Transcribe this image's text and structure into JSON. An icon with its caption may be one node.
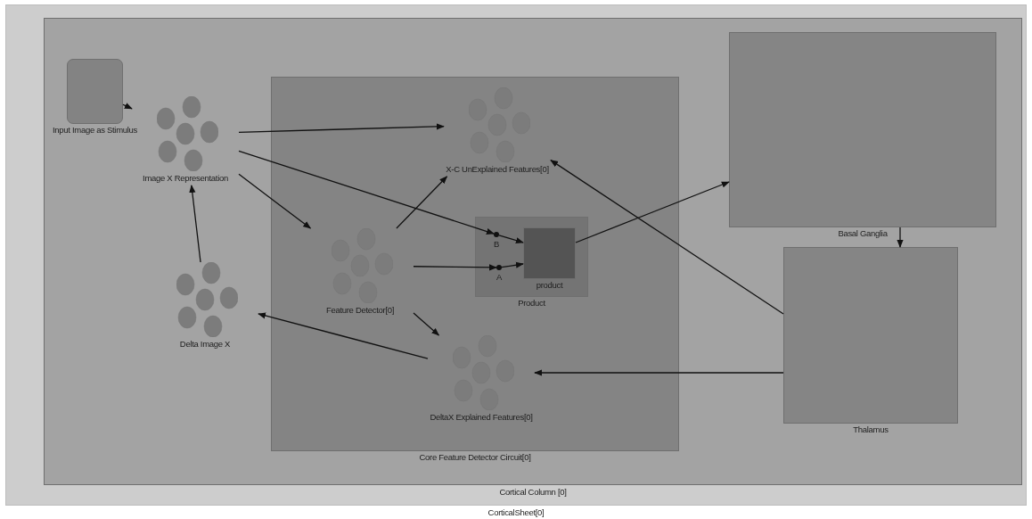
{
  "diagram": {
    "nodes": [
      {
        "text": [
          "CorticalSheet[0]"
        ]
      },
      {
        "text": [
          "Cortical Column [0]"
        ],
        "in": 0
      },
      {
        "text": [
          "Input Image as Stimulus"
        ],
        "in": 1
      },
      {
        "text": [
          "Image X Representation"
        ],
        "in": 1
      },
      {
        "text": [
          "Core Feature Detector Circuit[0]"
        ],
        "in": 1
      },
      {
        "text": [
          "X-C UnExplained Features[0]"
        ],
        "in": 4
      },
      {
        "text": [
          "Feature Detector[0]"
        ],
        "in": 4
      },
      {
        "text": [
          "Product"
        ],
        "in": 4
      },
      {
        "text": [
          "product"
        ],
        "in": 7
      },
      {
        "text": [
          "Delta Image X"
        ],
        "in": 1
      },
      {
        "text": [
          "DeltaX Explained Features[0]"
        ],
        "in": 4
      },
      {
        "text": [
          "Basal Ganglia"
        ],
        "in": 1
      },
      {
        "text": [
          "Thalamus"
        ],
        "in": 1
      },
      {
        "text": [
          "B"
        ],
        "in": 7
      },
      {
        "text": [
          "A"
        ],
        "in": 7
      }
    ],
    "edges": [
      {
        "from": 2,
        "to": 3,
        "arrow": "to"
      },
      {
        "from": 3,
        "to": 5,
        "arrow": "to"
      },
      {
        "from": 3,
        "to": 13,
        "arrow": "to"
      },
      {
        "from": 3,
        "to": 6,
        "arrow": "to"
      },
      {
        "from": 13,
        "to": 8,
        "arrow": "to"
      },
      {
        "from": 14,
        "to": 8,
        "arrow": "to"
      },
      {
        "from": 6,
        "to": 14,
        "arrow": "to"
      },
      {
        "from": 6,
        "to": 5,
        "arrow": "to"
      },
      {
        "from": 6,
        "to": 10,
        "arrow": "to"
      },
      {
        "from": 9,
        "to": 3,
        "arrow": "to"
      },
      {
        "from": 10,
        "to": 9,
        "arrow": "to"
      },
      {
        "from": 12,
        "to": 10,
        "arrow": "to"
      },
      {
        "from": 8,
        "to": 11,
        "arrow": "to"
      },
      {
        "from": 12,
        "to": 5,
        "arrow": "to"
      },
      {
        "from": 11,
        "to": 12,
        "arrow": "to"
      }
    ]
  }
}
